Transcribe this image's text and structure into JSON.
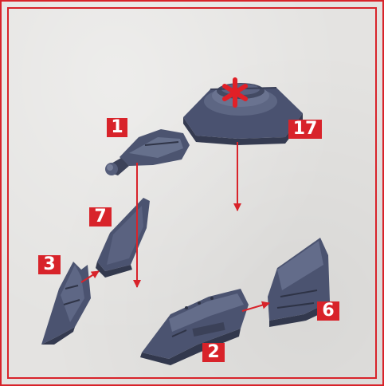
{
  "steps": {
    "top_piece": "17",
    "handle_piece": "1",
    "panel_piece": "7",
    "wedge_piece": "3",
    "hull_piece": "2",
    "side_piece": "6"
  },
  "colors": {
    "frame": "#d8232a",
    "badge_bg": "#d8232a",
    "badge_text": "#ffffff",
    "part_fill": "#4d5570",
    "part_shade": "#363c52",
    "part_light": "#6c7490",
    "arrow": "#d8232a"
  },
  "icons": {
    "marker": "asterisk-marker-icon"
  }
}
